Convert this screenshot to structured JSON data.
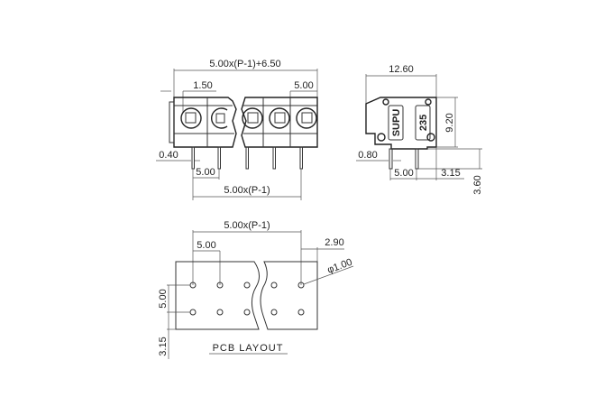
{
  "front_view": {
    "overall_width": "5.00x(P-1)+6.50",
    "edge_offset": "1.50",
    "pitch_top": "5.00",
    "pin_thickness": "0.40",
    "pitch_bottom": "5.00",
    "pin_span": "5.00x(P-1)"
  },
  "side_view": {
    "depth": "12.60",
    "height": "9.20",
    "pin_thickness": "0.80",
    "pin_spacing": "5.00",
    "pin_offset": "3.15",
    "pin_length": "3.60",
    "brand_marking": "SUPU",
    "model_marking": "235"
  },
  "pcb_layout": {
    "hole_span": "5.00x(P-1)",
    "pitch": "5.00",
    "edge_offset": "2.90",
    "hole_diameter": "φ1.00",
    "row_spacing": "5.00",
    "row_offset": "3.15",
    "title": "PCB LAYOUT"
  }
}
